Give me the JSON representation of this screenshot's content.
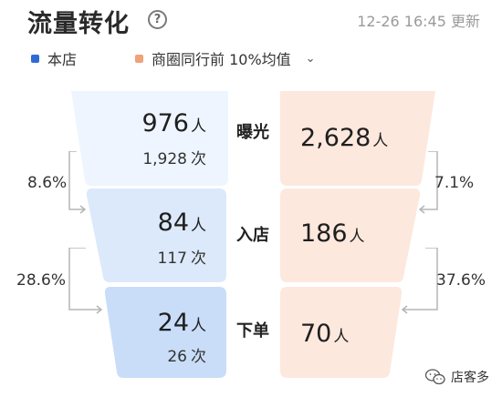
{
  "header": {
    "title": "流量转化",
    "help_icon": "question-circle-icon",
    "update_time": "12-26 16:45 更新"
  },
  "legend": {
    "self_label": "本店",
    "self_color": "#2f6bd6",
    "peer_label": "商圈同行前 10%均值",
    "peer_color": "#f0a27a",
    "dropdown_icon": "chevron-down-icon"
  },
  "stages": [
    {
      "name": "曝光",
      "self_people": "976",
      "self_times": "1,928",
      "peer_people": "2,628"
    },
    {
      "name": "入店",
      "self_people": "84",
      "self_times": "117",
      "peer_people": "186"
    },
    {
      "name": "下单",
      "self_people": "24",
      "self_times": "26",
      "peer_people": "70"
    }
  ],
  "units": {
    "people": "人",
    "times": "次"
  },
  "self_rates": [
    "8.6%",
    "28.6%"
  ],
  "peer_rates": [
    "7.1%",
    "37.6%"
  ],
  "colors": {
    "self_stage_1": "#eef5fe",
    "self_stage_2": "#dce9fb",
    "self_stage_3": "#c9ddf8",
    "peer_stage": "#fde8de",
    "bracket": "#b5b5b5"
  },
  "watermark": {
    "text": "店客多",
    "icon": "wechat-icon"
  }
}
